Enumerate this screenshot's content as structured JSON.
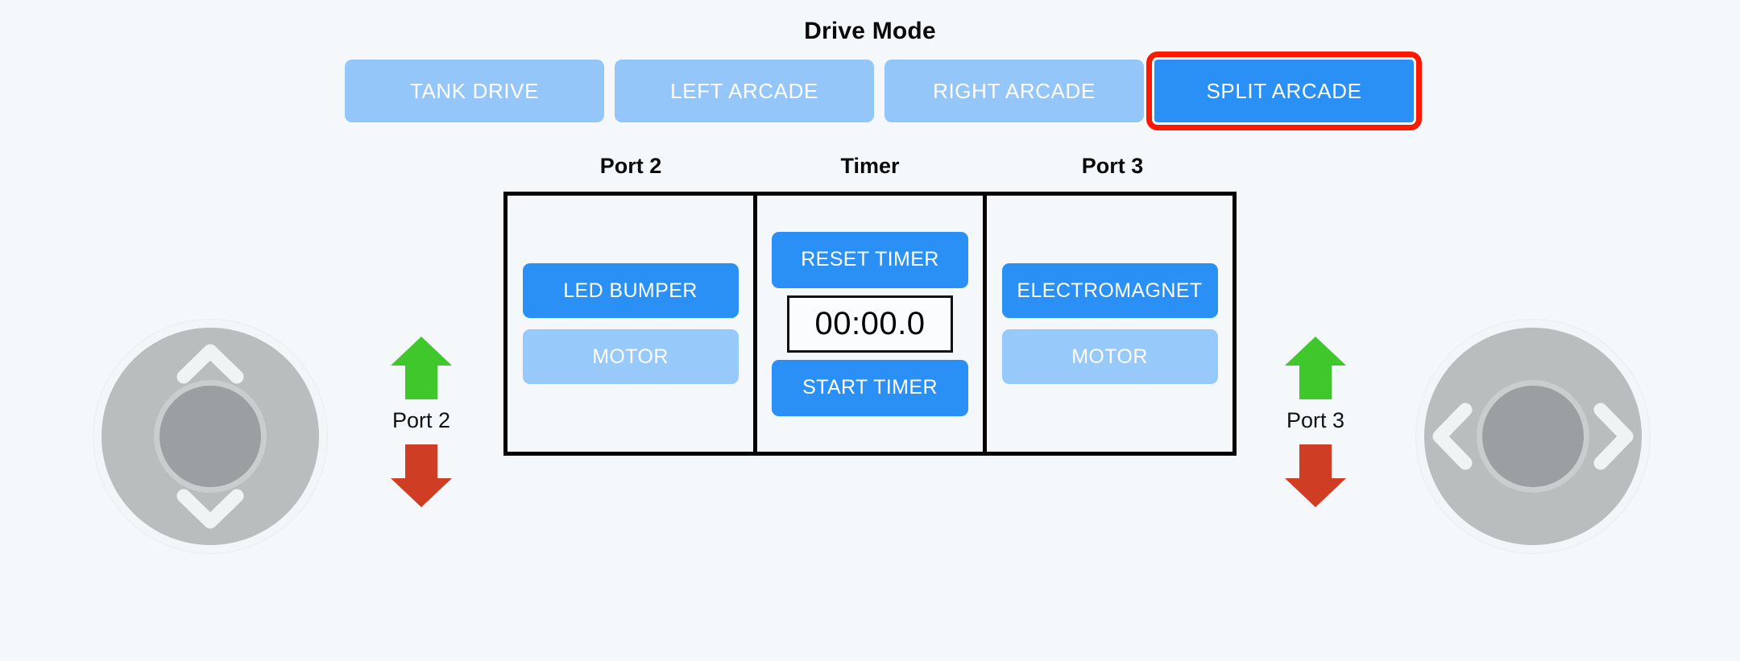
{
  "page": {
    "background_color": "#f4f8fa"
  },
  "drive_mode": {
    "title": "Drive Mode",
    "selected": "SPLIT ARCADE",
    "selected_highlight_color": "#fd1900",
    "active_color": "#2b90f5",
    "inactive_color": "#94c6fa",
    "buttons": [
      {
        "label": "TANK DRIVE",
        "selected": false
      },
      {
        "label": "LEFT ARCADE",
        "selected": false
      },
      {
        "label": "RIGHT ARCADE",
        "selected": false
      },
      {
        "label": "SPLIT ARCADE",
        "selected": true
      }
    ]
  },
  "sections": {
    "port2_header": "Port 2",
    "timer_header": "Timer",
    "port3_header": "Port 3"
  },
  "port2": {
    "primary_button": "LED BUMPER",
    "secondary_button": "MOTOR"
  },
  "port3": {
    "primary_button": "ELECTROMAGNET",
    "secondary_button": "MOTOR"
  },
  "timer": {
    "reset_button": "RESET TIMER",
    "display_value": "00:00.0",
    "start_button": "START TIMER"
  },
  "indicators": {
    "port2_label": "Port 2",
    "port3_label": "Port 3",
    "up_arrow_color": "#3fc72b",
    "down_arrow_color": "#cf3e24"
  },
  "joysticks": {
    "left": {
      "name": "vertical-joystick",
      "up_icon": "chevron-up-icon",
      "down_icon": "chevron-down-icon"
    },
    "right": {
      "name": "horizontal-joystick",
      "left_icon": "chevron-left-icon",
      "right_icon": "chevron-right-icon"
    }
  }
}
